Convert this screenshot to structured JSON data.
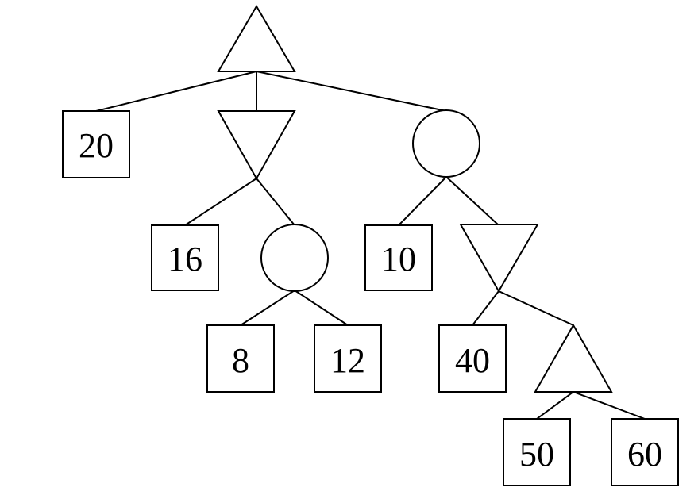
{
  "tree": {
    "root": {
      "type": "max"
    },
    "leaves": {
      "a": "20",
      "b": "16",
      "c": "8",
      "d": "12",
      "e": "10",
      "f": "40",
      "g": "50",
      "h": "60"
    }
  }
}
